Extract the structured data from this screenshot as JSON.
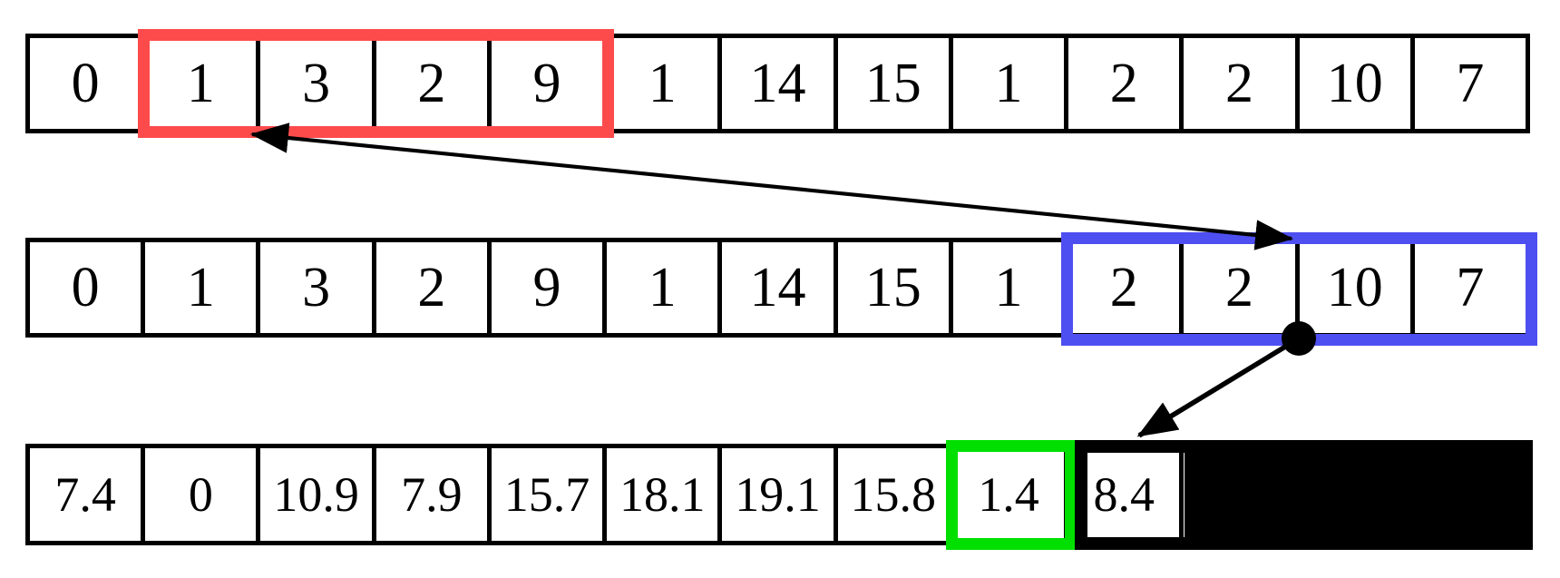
{
  "figure": {
    "title": "array-crossover-diagram",
    "colors": {
      "red_window": "#fd4b4c",
      "blue_window": "#4e4ff0",
      "green_window": "#00df00",
      "black": "#000000"
    },
    "rows": [
      {
        "name": "top-array",
        "cells": [
          "0",
          "1",
          "3",
          "2",
          "9",
          "1",
          "14",
          "15",
          "1",
          "2",
          "2",
          "10",
          "7"
        ],
        "highlight": {
          "color_key": "red_window",
          "start_index": 1,
          "end_index": 4
        }
      },
      {
        "name": "middle-array",
        "cells": [
          "0",
          "1",
          "3",
          "2",
          "9",
          "1",
          "14",
          "15",
          "1",
          "2",
          "2",
          "10",
          "7"
        ],
        "highlight": {
          "color_key": "blue_window",
          "start_index": 9,
          "end_index": 12
        }
      },
      {
        "name": "bottom-array",
        "cells": [
          "7.4",
          "0",
          "10.9",
          "7.9",
          "15.7",
          "18.1",
          "19.1",
          "15.8",
          "1.4",
          "8.4",
          "",
          "",
          ""
        ],
        "highlights": [
          {
            "color_key": "green_window",
            "start_index": 8,
            "end_index": 8
          },
          {
            "color_key": "black",
            "start_index": 9,
            "end_index": 12,
            "solid_fill_from_index": 10
          }
        ]
      }
    ],
    "connectors": [
      {
        "type": "double-headed-arrow",
        "from": "blue-window-top",
        "to": "red-window-bottom"
      },
      {
        "type": "arrow-with-junction-dot",
        "from": "blue-window-bottom-cell-boundary",
        "to": "black-box-top"
      }
    ]
  }
}
